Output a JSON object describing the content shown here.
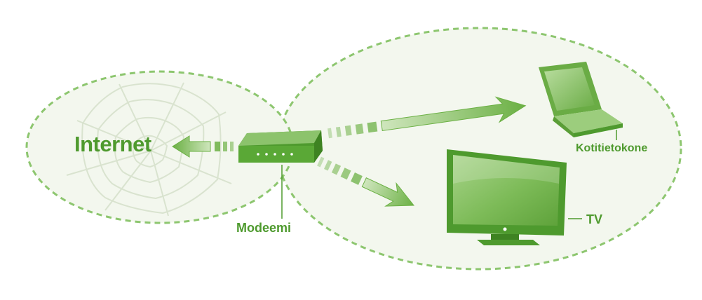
{
  "labels": {
    "internet": "Internet",
    "modem": "Modeemi",
    "computer": "Kotitietokone",
    "tv": "TV"
  },
  "colors": {
    "primary_green": "#4e9a2e",
    "light_green": "#8cc36c",
    "pale_fill": "#f3f7ee",
    "dashed_outline": "#8dc66f",
    "web_lines": "#d9e3cf"
  },
  "icons": {
    "network_web": "spider-web-icon",
    "modem": "modem-icon",
    "laptop": "laptop-icon",
    "tv": "tv-icon"
  }
}
